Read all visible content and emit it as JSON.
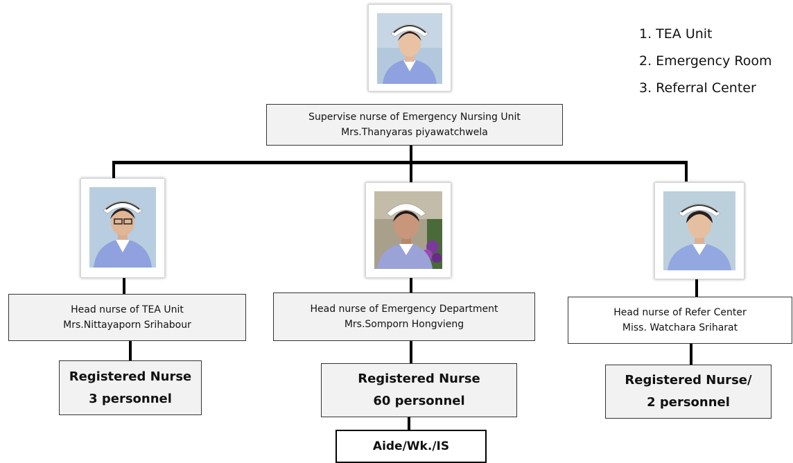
{
  "supervisor": {
    "title": "Supervise nurse of Emergency  Nursing Unit",
    "name": "Mrs.Thanyaras  piyawatchwela"
  },
  "units": [
    {
      "head_title": "Head nurse of TEA Unit",
      "head_name": "Mrs.Nittayaporn Srihabour",
      "staff_line1": "Registered Nurse",
      "staff_line2": "3 personnel"
    },
    {
      "head_title": "Head nurse of Emergency Department",
      "head_name": "Mrs.Somporn Hongvieng",
      "staff_line1": "Registered Nurse",
      "staff_line2": "60 personnel",
      "sub_staff": "Aide/Wk./IS"
    },
    {
      "head_title": "Head nurse of Refer Center",
      "head_name": "Miss. Watchara  Sriharat",
      "staff_line1": "Registered Nurse/",
      "staff_line2": "2 personnel"
    }
  ],
  "legend": [
    "1. TEA Unit",
    "2. Emergency Room",
    "3. Referral Center"
  ],
  "colors": {
    "line": "#000000",
    "box_fill": "#f2f2f2",
    "uniform": "#8fa2df",
    "photo_bg": "#bfc9e0"
  }
}
